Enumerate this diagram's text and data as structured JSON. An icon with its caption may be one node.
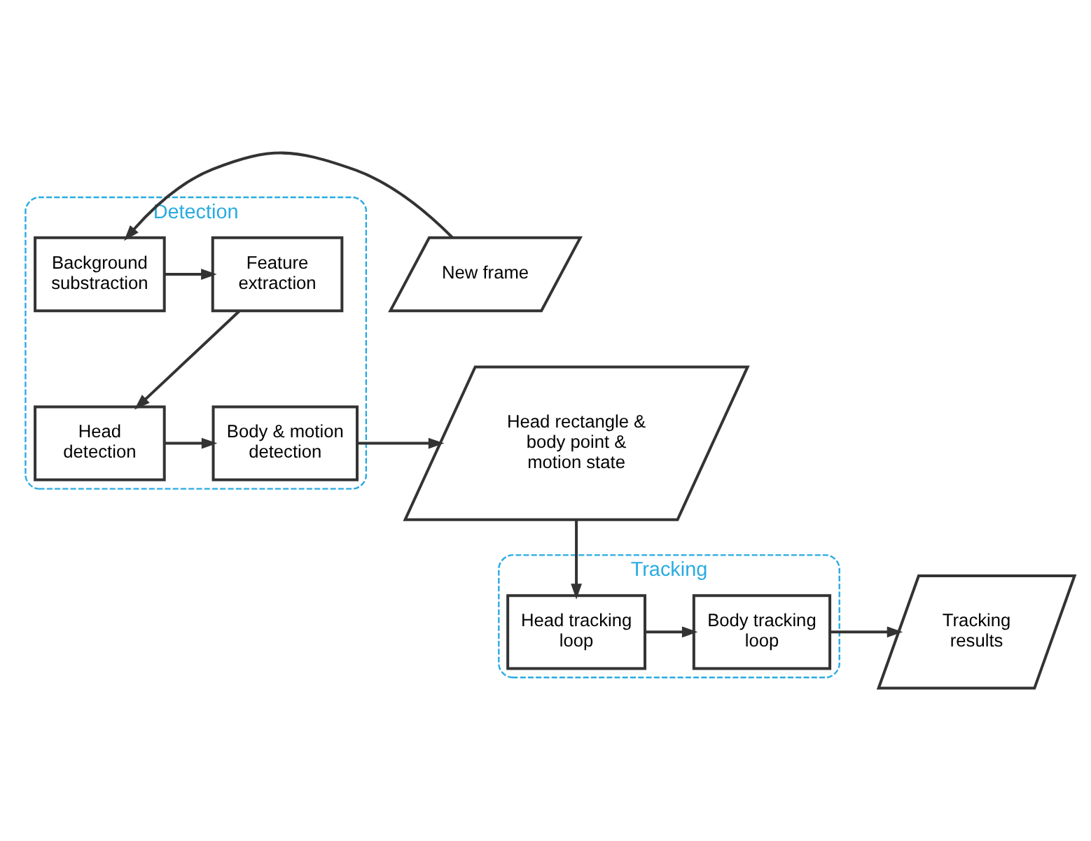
{
  "diagram": {
    "nodes": [
      {
        "text": [
          "Detection"
        ]
      },
      {
        "text": [
          "New frame"
        ]
      },
      {
        "text": [
          "Background substraction"
        ],
        "in": 0
      },
      {
        "text": [
          "Feature extraction"
        ],
        "in": 0
      },
      {
        "text": [
          "Head detection"
        ],
        "in": 0
      },
      {
        "text": [
          "Body & motion detection"
        ],
        "in": 0
      },
      {
        "text": [
          "Head rectangle & body point & motion state"
        ]
      },
      {
        "text": [
          "Tracking"
        ]
      },
      {
        "text": [
          "Head tracking loop"
        ],
        "in": 7
      },
      {
        "text": [
          "Body tracking loop"
        ],
        "in": 7
      },
      {
        "text": [
          "Tracking results"
        ]
      }
    ],
    "edges": [
      {
        "from": 1,
        "to": 2,
        "arrow": "to"
      },
      {
        "from": 2,
        "to": 3,
        "arrow": "to"
      },
      {
        "from": 3,
        "to": 4,
        "arrow": "to"
      },
      {
        "from": 4,
        "to": 5,
        "arrow": "to"
      },
      {
        "from": 5,
        "to": 6,
        "arrow": "to"
      },
      {
        "from": 6,
        "to": 8,
        "arrow": "to"
      },
      {
        "from": 8,
        "to": 9,
        "arrow": "to"
      },
      {
        "from": 9,
        "to": 10,
        "arrow": "to"
      }
    ]
  }
}
